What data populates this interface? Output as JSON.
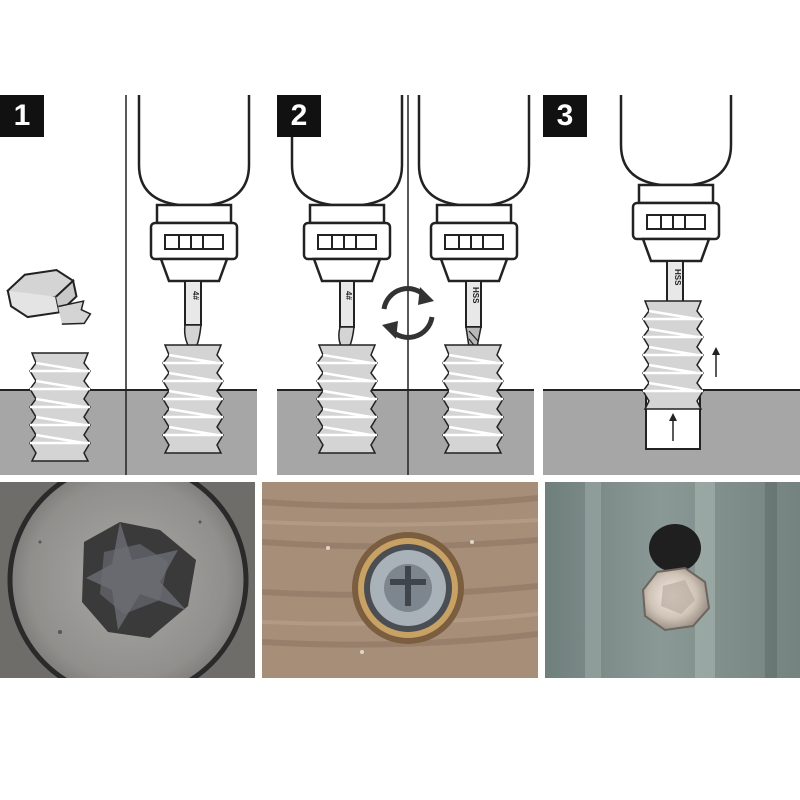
{
  "steps": [
    {
      "number": "1",
      "bit_label": "4#"
    },
    {
      "number": "2",
      "bit_label_left": "4#",
      "bit_label_right": "HSS"
    },
    {
      "number": "3",
      "bit_label": "HSS"
    }
  ],
  "colors": {
    "outline": "#222222",
    "ground": "#a6a6a6",
    "metal": "#d4d4d4",
    "badge": "#111111"
  },
  "icons": {
    "rotation": "rotation-arrows-icon",
    "up_arrow": "up-arrow-icon"
  }
}
